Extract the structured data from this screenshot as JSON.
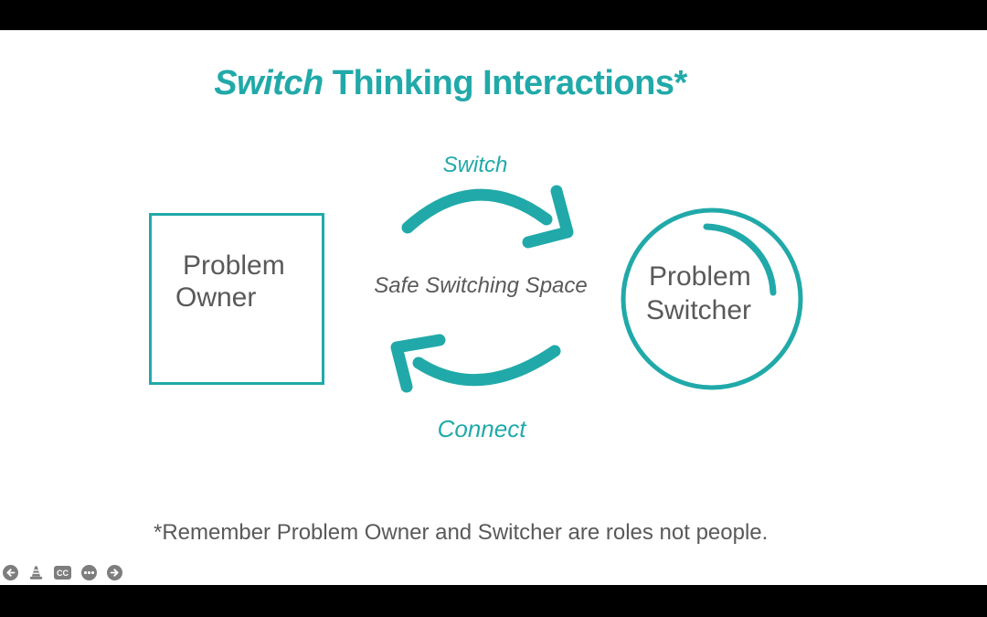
{
  "colors": {
    "teal": "#21a9a9",
    "text-gray": "#595959",
    "icon-gray": "#7d7d7d",
    "bar-black": "#000000",
    "stage-white": "#ffffff"
  },
  "slide": {
    "title": {
      "emphasis": "Switch",
      "rest": " Thinking Interactions*"
    },
    "top_arrow_label": "Switch",
    "bottom_arrow_label": "Connect",
    "center_label": "Safe Switching Space",
    "problem_owner": {
      "line1": "Problem",
      "line2": "Owner"
    },
    "problem_switcher": {
      "line1": "Problem",
      "line2": "Switcher"
    },
    "footnote": "*Remember Problem Owner and Switcher are roles not people."
  },
  "player": {
    "captions_label": "CC",
    "icons": [
      "back-arrow",
      "vlc-cone",
      "closed-captions",
      "ellipsis-more",
      "forward-arrow"
    ]
  }
}
